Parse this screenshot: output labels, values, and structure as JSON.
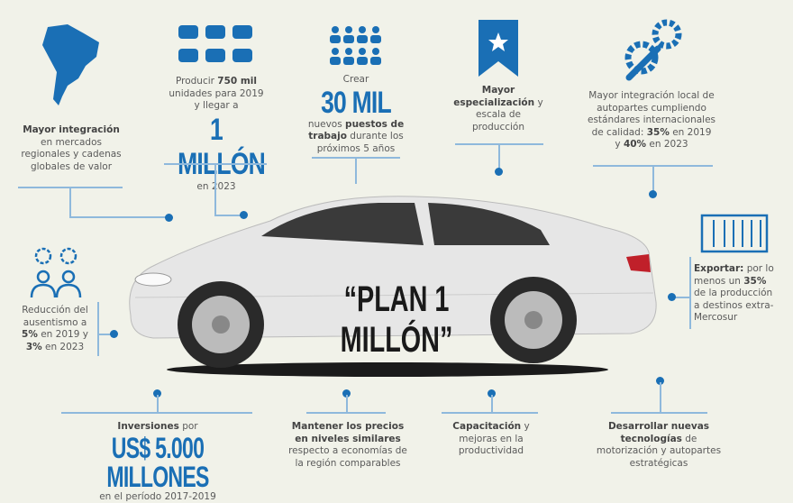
{
  "colors": {
    "accent": "#1a6fb5",
    "background": "#f1f2e9"
  },
  "car_label": "“PLAN 1 MILLÓN”",
  "items": {
    "integracion": {
      "icon": "south-america-map-icon",
      "bold": "Mayor integración",
      "text": "en mercados regionales y cadenas globales de valor"
    },
    "produccion": {
      "icon": "cars-icon",
      "pre": "Producir",
      "bold": "750 mil",
      "mid": "unidades para 2019 y llegar a",
      "big": "1 MILLÓN",
      "post": "en 2023"
    },
    "empleo": {
      "icon": "people-group-icon",
      "pre": "Crear",
      "big": "30 MIL",
      "t1": "nuevos",
      "bold1": "puestos de trabajo",
      "t2": "durante los próximos 5 años"
    },
    "especializacion": {
      "icon": "ribbon-star-icon",
      "bold1": "Mayor",
      "bold2": "especialización",
      "t": "y escala de producción"
    },
    "autopartes": {
      "icon": "gears-wrench-icon",
      "t1": "Mayor integración local de autopartes cumpliendo estándares internacionales de calidad:",
      "b1": "35%",
      "t2": "en 2019 y",
      "b2": "40%",
      "t3": "en 2023"
    },
    "exportar": {
      "icon": "container-icon",
      "bold": "Exportar:",
      "t1": "por lo menos un",
      "b1": "35%",
      "t2": "de la producción a destinos extra-Mercosur"
    },
    "ausentismo": {
      "icon": "workers-gears-icon",
      "t1": "Reducción del ausentismo a",
      "b1": "5%",
      "t2": "en 2019 y",
      "b2": "3%",
      "t3": "en 2023"
    },
    "inversiones": {
      "bold": "Inversiones",
      "t": "por",
      "big": "US$ 5.000 MILLONES",
      "post": "en el período 2017-2019"
    },
    "precios": {
      "bold": "Mantener los precios en niveles similares",
      "t": "respecto a economías de la región comparables"
    },
    "capacitacion": {
      "bold": "Capacitación",
      "t": "y mejoras en la productividad"
    },
    "tecnologias": {
      "bold": "Desarrollar nuevas tecnologías",
      "t": "de motorización y autopartes estratégicas"
    }
  }
}
